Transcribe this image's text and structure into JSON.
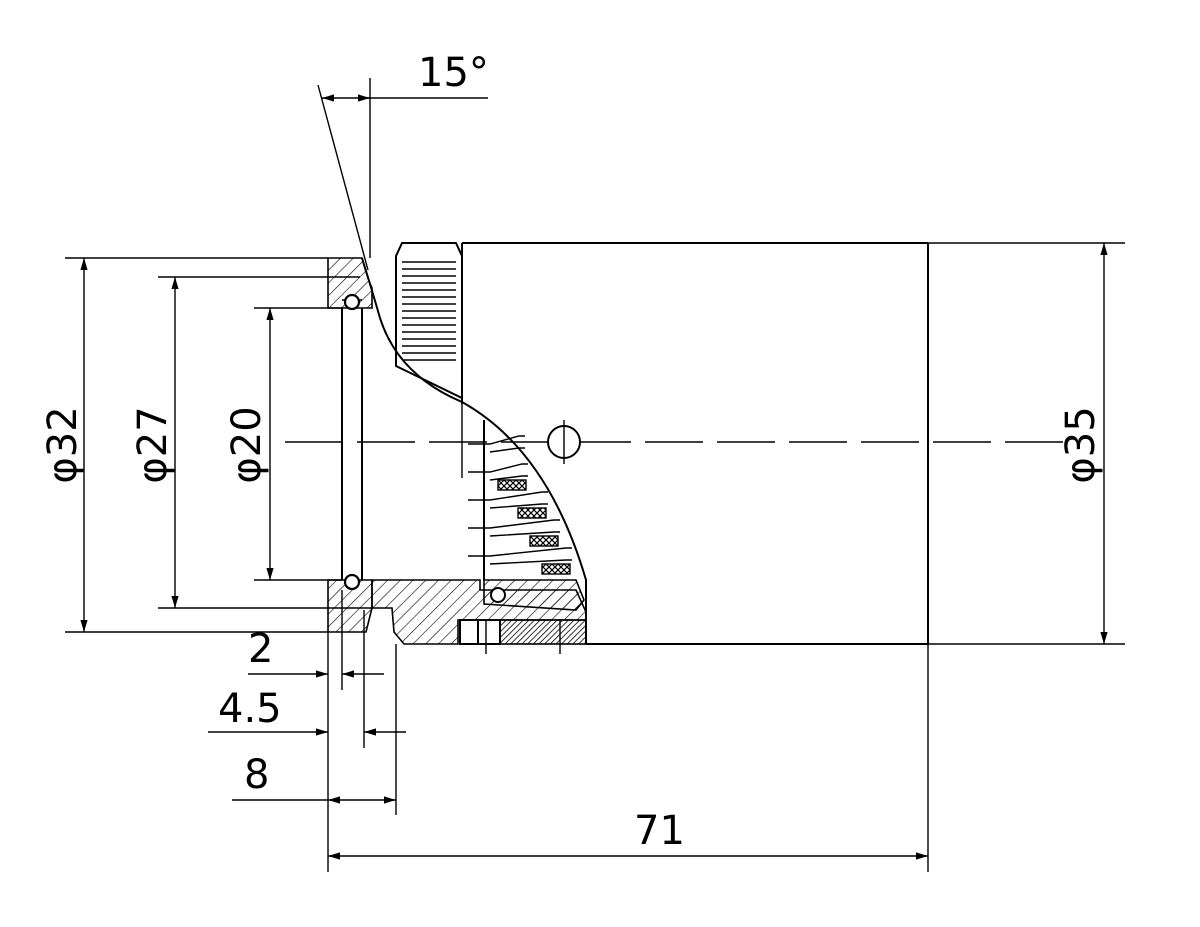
{
  "dimensions": {
    "angle": "15°",
    "dia_outer_flange": "φ32",
    "dia_middle": "φ27",
    "dia_inner": "φ20",
    "dia_body": "φ35",
    "len_2": "2",
    "len_4_5": "4.5",
    "len_8": "8",
    "len_total": "71"
  },
  "colors": {
    "line": "#000000",
    "background": "#ffffff"
  }
}
